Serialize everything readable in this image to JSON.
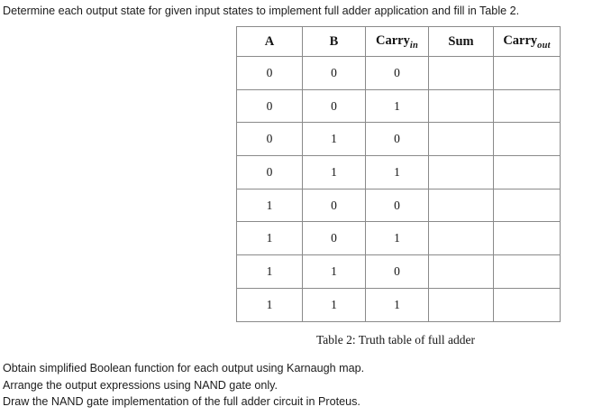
{
  "document": {
    "prompt_line": "Determine each output state for given input states to implement full adder application and fill in Table 2.",
    "caption": "Table 2:  Truth table of full adder",
    "tasks": [
      "Obtain simplified Boolean function for each output using Karnaugh map.",
      "Arrange the output expressions using NAND gate only.",
      "Draw the NAND gate implementation of the full adder circuit in Proteus."
    ]
  },
  "table": {
    "headers": [
      {
        "main": "A",
        "sub": ""
      },
      {
        "main": "B",
        "sub": ""
      },
      {
        "main": "Carry",
        "sub": "in"
      },
      {
        "main": "Sum",
        "sub": ""
      },
      {
        "main": "Carry",
        "sub": "out"
      }
    ],
    "rows": [
      {
        "a": "0",
        "b": "0",
        "carry_in": "0",
        "sum": "",
        "carry_out": ""
      },
      {
        "a": "0",
        "b": "0",
        "carry_in": "1",
        "sum": "",
        "carry_out": ""
      },
      {
        "a": "0",
        "b": "1",
        "carry_in": "0",
        "sum": "",
        "carry_out": ""
      },
      {
        "a": "0",
        "b": "1",
        "carry_in": "1",
        "sum": "",
        "carry_out": ""
      },
      {
        "a": "1",
        "b": "0",
        "carry_in": "0",
        "sum": "",
        "carry_out": ""
      },
      {
        "a": "1",
        "b": "0",
        "carry_in": "1",
        "sum": "",
        "carry_out": ""
      },
      {
        "a": "1",
        "b": "1",
        "carry_in": "0",
        "sum": "",
        "carry_out": ""
      },
      {
        "a": "1",
        "b": "1",
        "carry_in": "1",
        "sum": "",
        "carry_out": ""
      }
    ]
  },
  "colors": {
    "page_background": "#ffffff",
    "text": "#1a1a1a",
    "table_border": "#8a8a8a"
  }
}
